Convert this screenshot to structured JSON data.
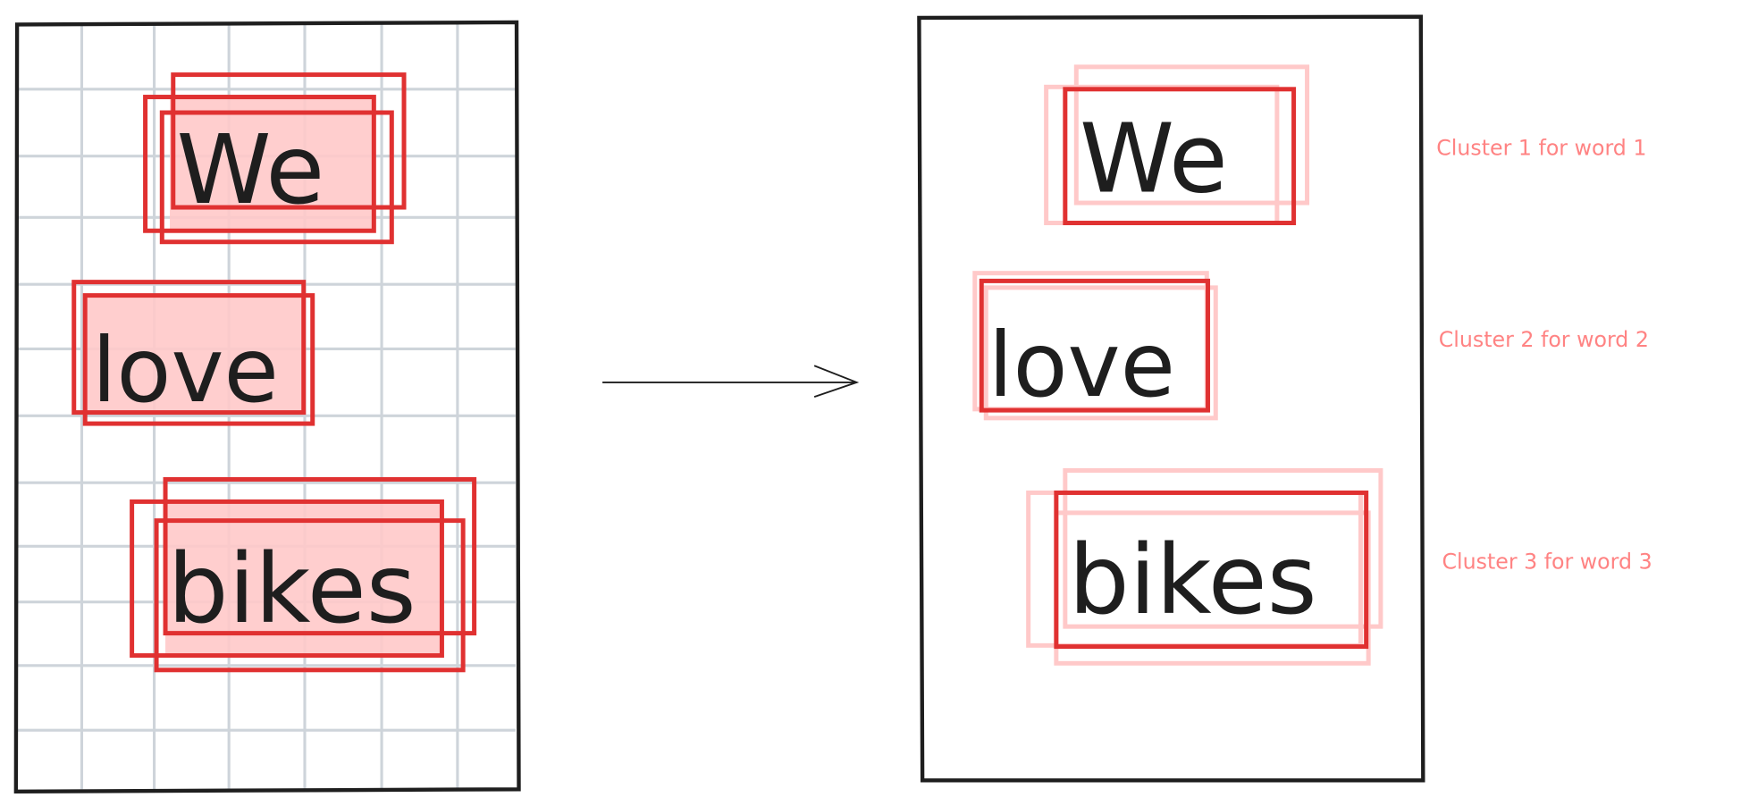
{
  "words": [
    "We",
    "love",
    "bikes"
  ],
  "clusters": [
    {
      "label": "Cluster 1 for word 1"
    },
    {
      "label": "Cluster 2 for word 2"
    },
    {
      "label": "Cluster 3 for word 3"
    }
  ],
  "colors": {
    "box_stroke": "#e03131",
    "box_fill": "#ffc9c9",
    "faded_box": "#ffc9c9",
    "label": "#ff8383",
    "grid": "#ced4da",
    "frame": "#1e1e1e"
  }
}
